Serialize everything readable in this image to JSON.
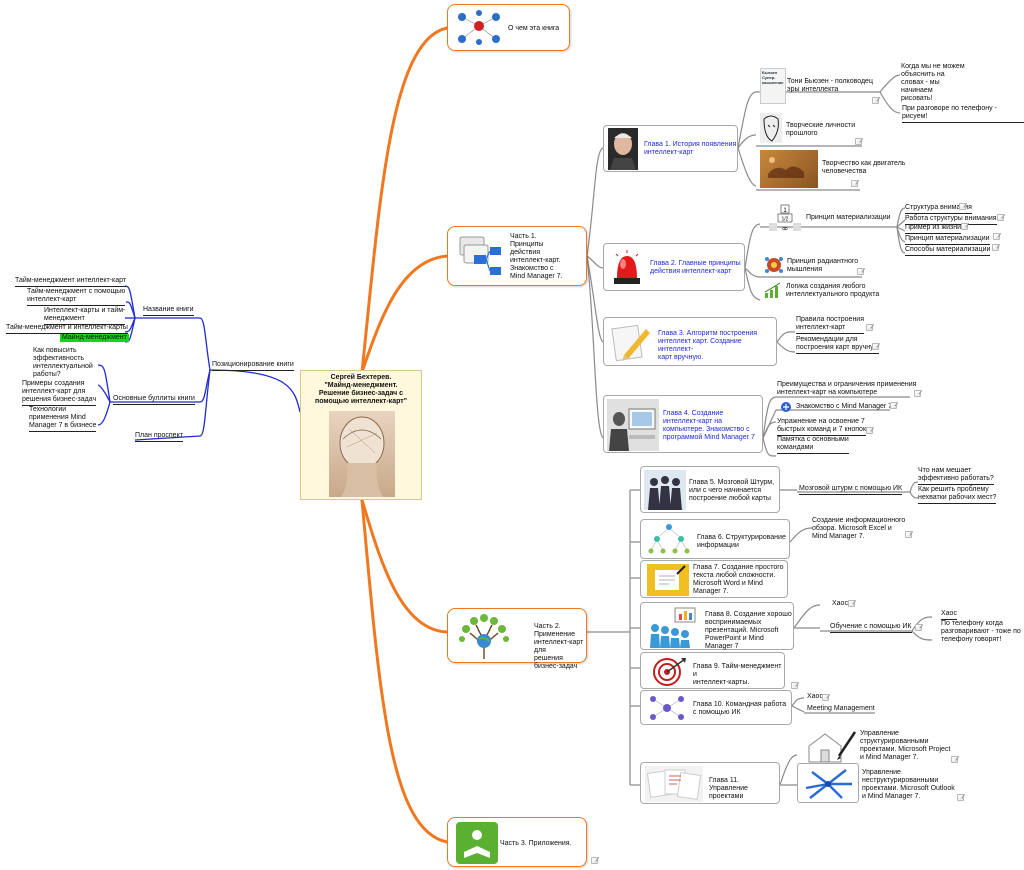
{
  "central": {
    "title": "Сергей Бехтерев.\n\"Майнд-менеджмент.\nРешение бизнес-задач с\nпомощью интеллект-карт\""
  },
  "left": {
    "positioning": "Позиционирование книги",
    "book_name": "Название книги",
    "book_name_items": [
      "Тайм-менеджмент интеллект-карт",
      "Тайм-менеджмент с помощью\nинтеллект-карт",
      "Интеллект-карты и тайм-\nменеджмент",
      "Тайм-менеджмент и интеллект-карты",
      "Майнд-менеджмент"
    ],
    "bullets": "Основные буллиты книги",
    "bullets_items": [
      "Как повысить\nэффективность\nинтеллектуальной\nработы?",
      "Примеры создания\nинтеллект-карт для\nрешения бизнес-задач",
      "Технологии\nприменения Mind\nManager 7 в бизнесе"
    ],
    "plan": "План проспект"
  },
  "parts": {
    "about": "О чем эта книга",
    "part1": "Часть 1.\nПринципы\nдействия\nинтеллект-карт.\nЗнакомство с\nMind Manager 7.",
    "part2": "Часть 2. Применение\nинтеллект-карт для\nрешения бизнес-задач",
    "part3": "Часть 3. Приложения."
  },
  "ch1": {
    "title": "Глава 1. История появления\nинтеллект-карт",
    "buzan": "Тони Бьюзен - полководец\nэры интеллекта",
    "book_cover": "Бьюзен\nСупер-\nмышление",
    "q1": "Когда мы не можем\nобъяснить на\nсловах - мы\nначинаем\nрисовать!",
    "q2": "При разговоре по телефону - рисуем!",
    "creative": "Творческие личности\nпрошлого",
    "engine": "Творчество как двигатель\nчеловечества"
  },
  "ch2": {
    "title": "Глава 2. Главные принципы\nдействия интеллект-карт",
    "materialization": "Принцип материализации",
    "mat_items": [
      "Структура внимания",
      "Работа структуры внимания",
      "Пример из жизни",
      "Принцип материализации",
      "Способы материализации"
    ],
    "radiant": "Принцип радиантного\nмышления",
    "logic": "Логика создания любого\nинтеллектуального продукта",
    "fraction_top": "1",
    "fraction_bottom": "1/2",
    "infinity": "∞"
  },
  "ch3": {
    "title": "Глава 3. Алгоритм построения\nинтеллект карт. Создание интеллект-\nкарт вручную.",
    "rules": "Правила построения\nинтеллект-карт",
    "recs": "Рекомендации для\nпостроения карт вручную"
  },
  "ch4": {
    "title": "Глава 4. Создание\nинтеллект-карт на\nкомпьютере. Знакомство с\nпрограммой Mind Manager 7",
    "adv": "Преимущества и ограничения применения\nинтеллект-карт на компьютере",
    "intro": "Знакомство с Mind Manager 7",
    "exercise": "Упражнение на освоение 7\nбыстрых команд и 7 кнопок",
    "memo": "Памятка с основными\nкомандами"
  },
  "ch5": {
    "title": "Глава 5. Мозговой Штурм,\nили с чего начинается\nпостроение любой карты",
    "brainstorm": "Мозговой штурм с помощью ИК",
    "q1": "Что нам мешает\nэффективно работать?",
    "q2": "Как решить проблему\nнехватки рабочих мест?"
  },
  "ch6": {
    "title": "Глава 6. Структурирование\nинформации",
    "sub": "Создание информационного\nобзора. Microsoft Excel и\nMind Manager 7."
  },
  "ch7": {
    "title": "Глава 7. Создание простого\nтекста любой сложности.\nMicrosoft Word и Mind\nManager 7."
  },
  "ch8": {
    "title": "Глава 8. Создание хорошо\nвоспринимаемых\nпрезентаций. Microsoft\nPowerPoint и Mind Manager 7",
    "chaos": "Хаос",
    "training": "Обучение с помощью ИК",
    "chaos2": "Хаос",
    "phone": "По телефону когда\nразговаривают - тоже по\nтелефону говорят!"
  },
  "ch9": {
    "title": "Глава 9. Тайм-менеджмент и\nинтеллект-карты."
  },
  "ch10": {
    "title": "Глава 10. Командная работа\nс помощью ИК",
    "chaos": "Хаос",
    "meeting": "Meeting Management"
  },
  "ch11": {
    "title": "Глава 11. Управление\nпроектами",
    "structured": "Управление\nструктурированными\nпроектами. Microsoft Project\nи Mind Manager 7.",
    "unstructured": "Управление\nнеструктурированными\nпроектами. Microsoft Outlook\nи Mind Manager 7."
  },
  "colors": {
    "branch": "#f07820",
    "left_branch": "#1f2bd0",
    "link_text": "#1f2bd0",
    "central_bg": "#fff8dc"
  }
}
